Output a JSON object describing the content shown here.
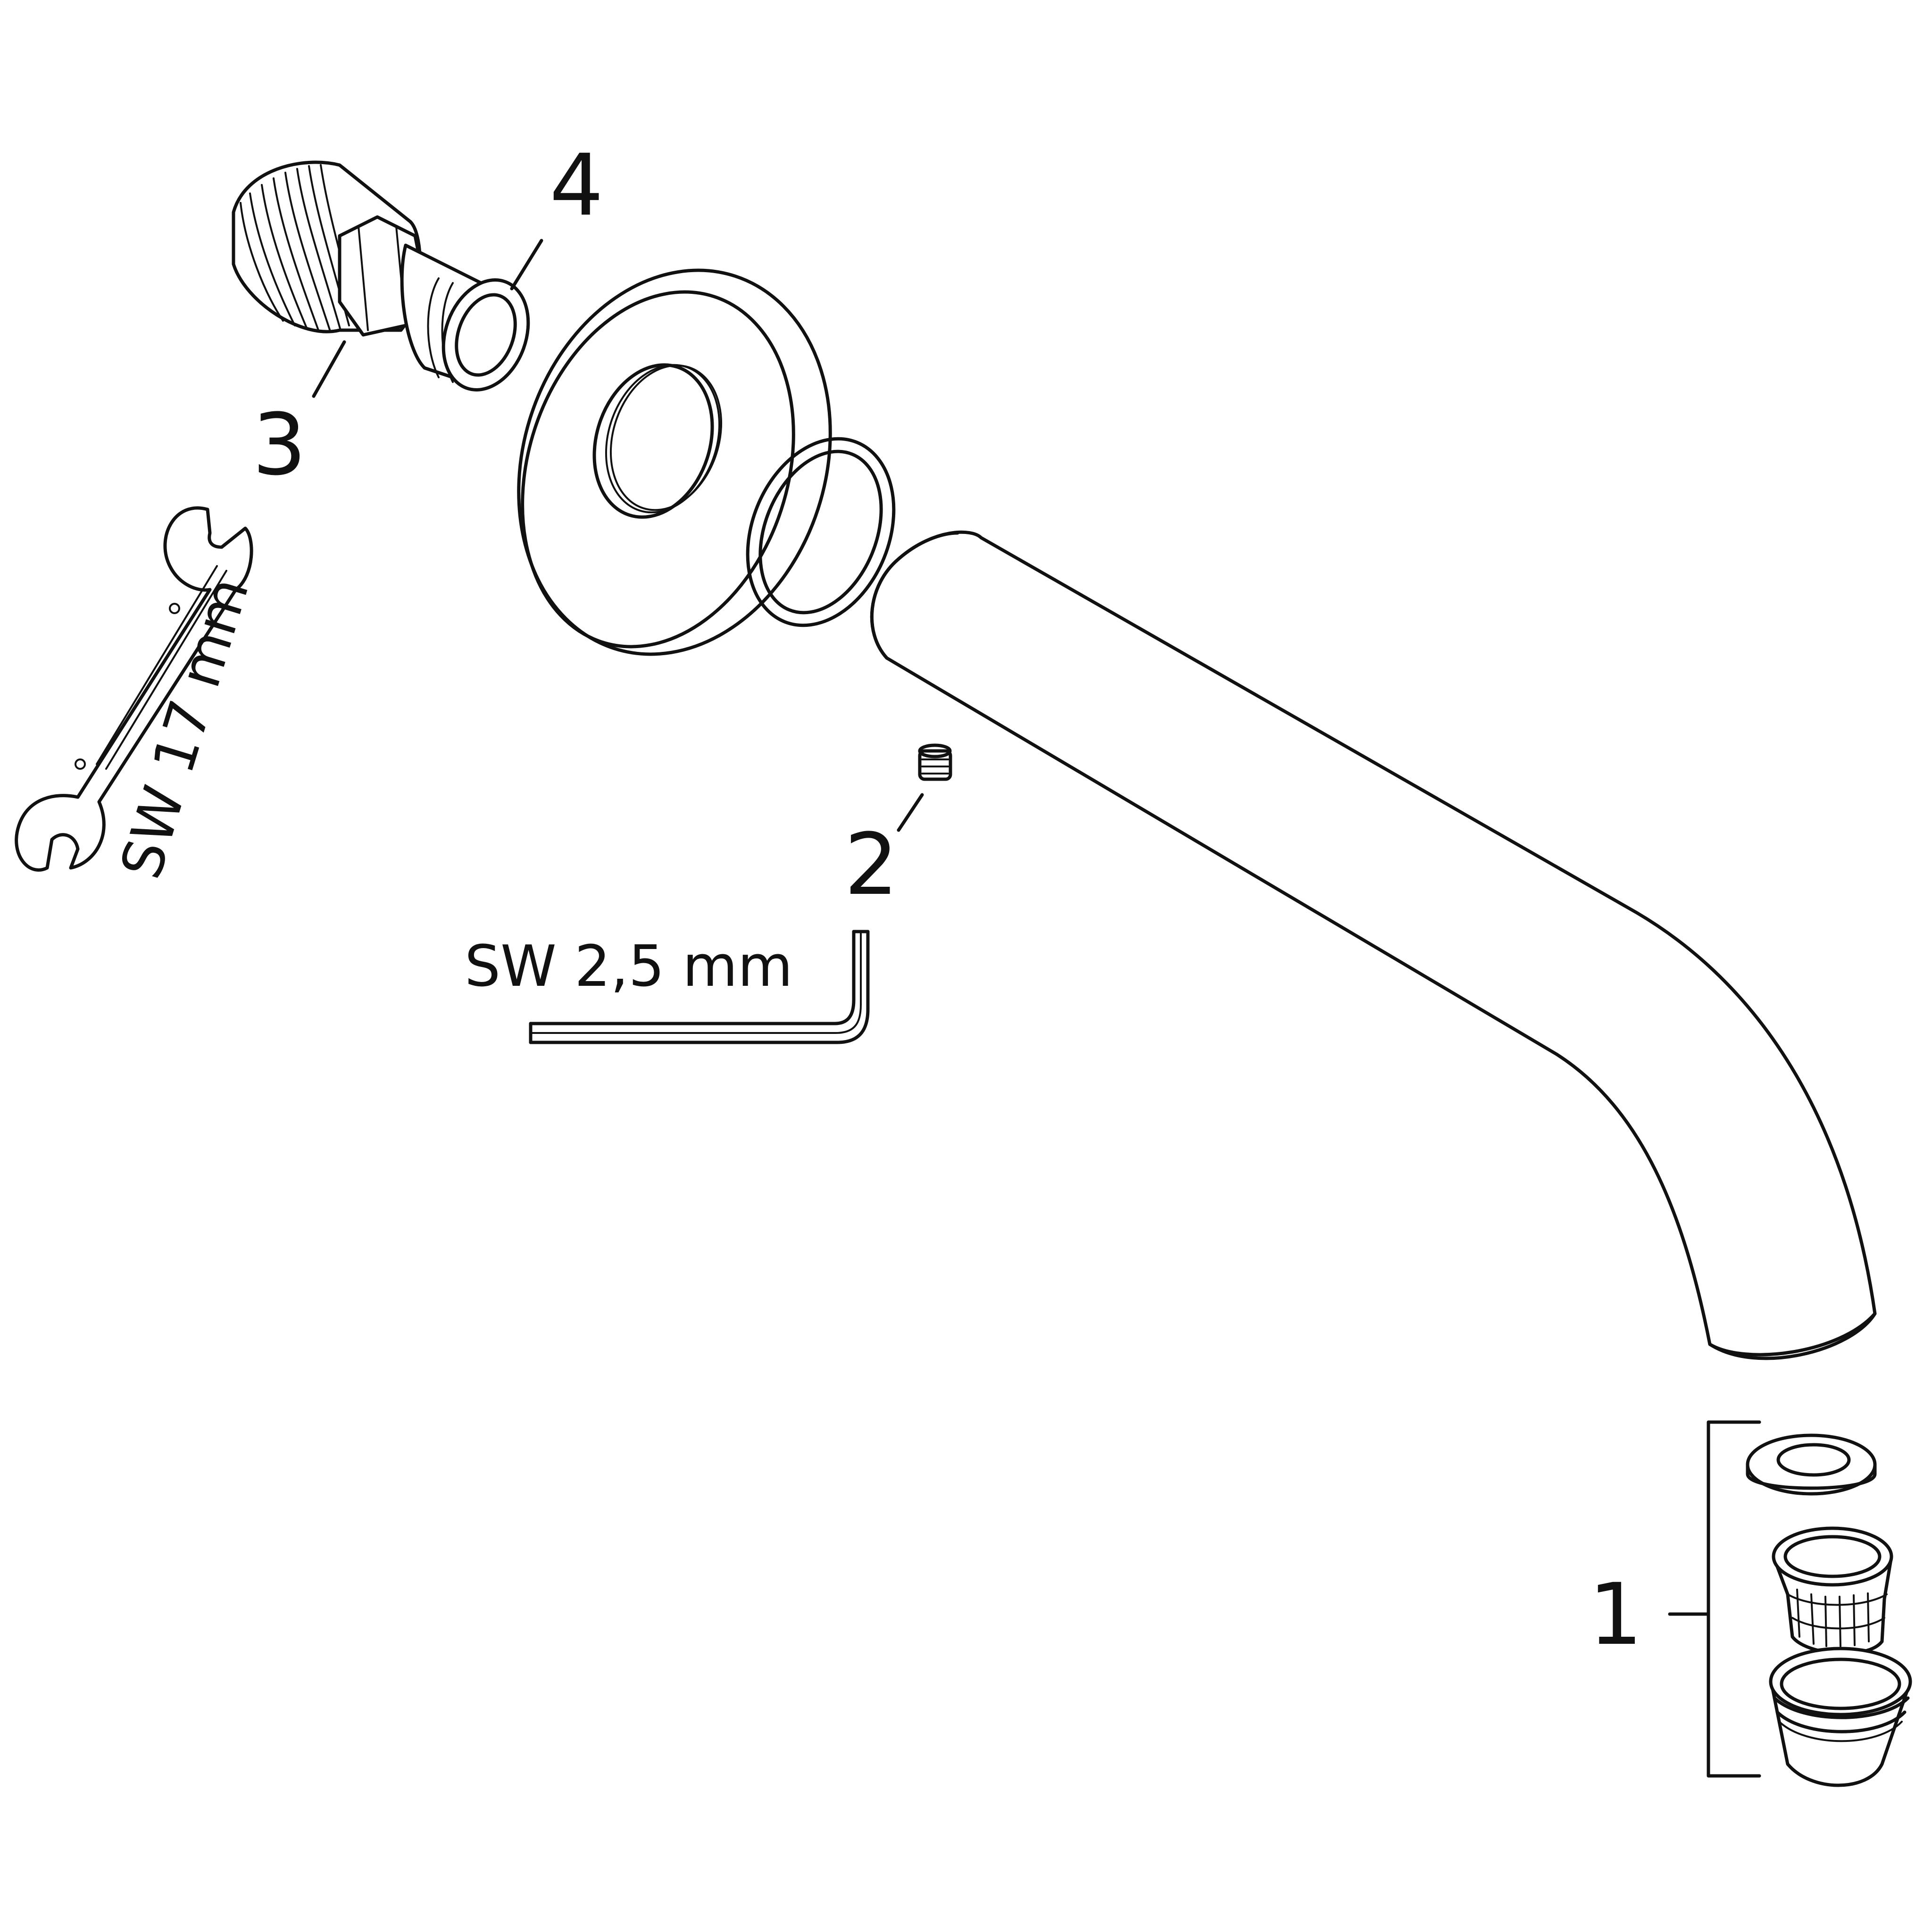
{
  "callouts": {
    "part_1": "1",
    "part_2": "2",
    "part_3": "3",
    "part_4": "4"
  },
  "tools": {
    "wrench_label": "SW 17 mm",
    "hex_key_label": "SW 2,5 mm"
  },
  "colors": {
    "line": "#111111",
    "background": "#ffffff"
  }
}
